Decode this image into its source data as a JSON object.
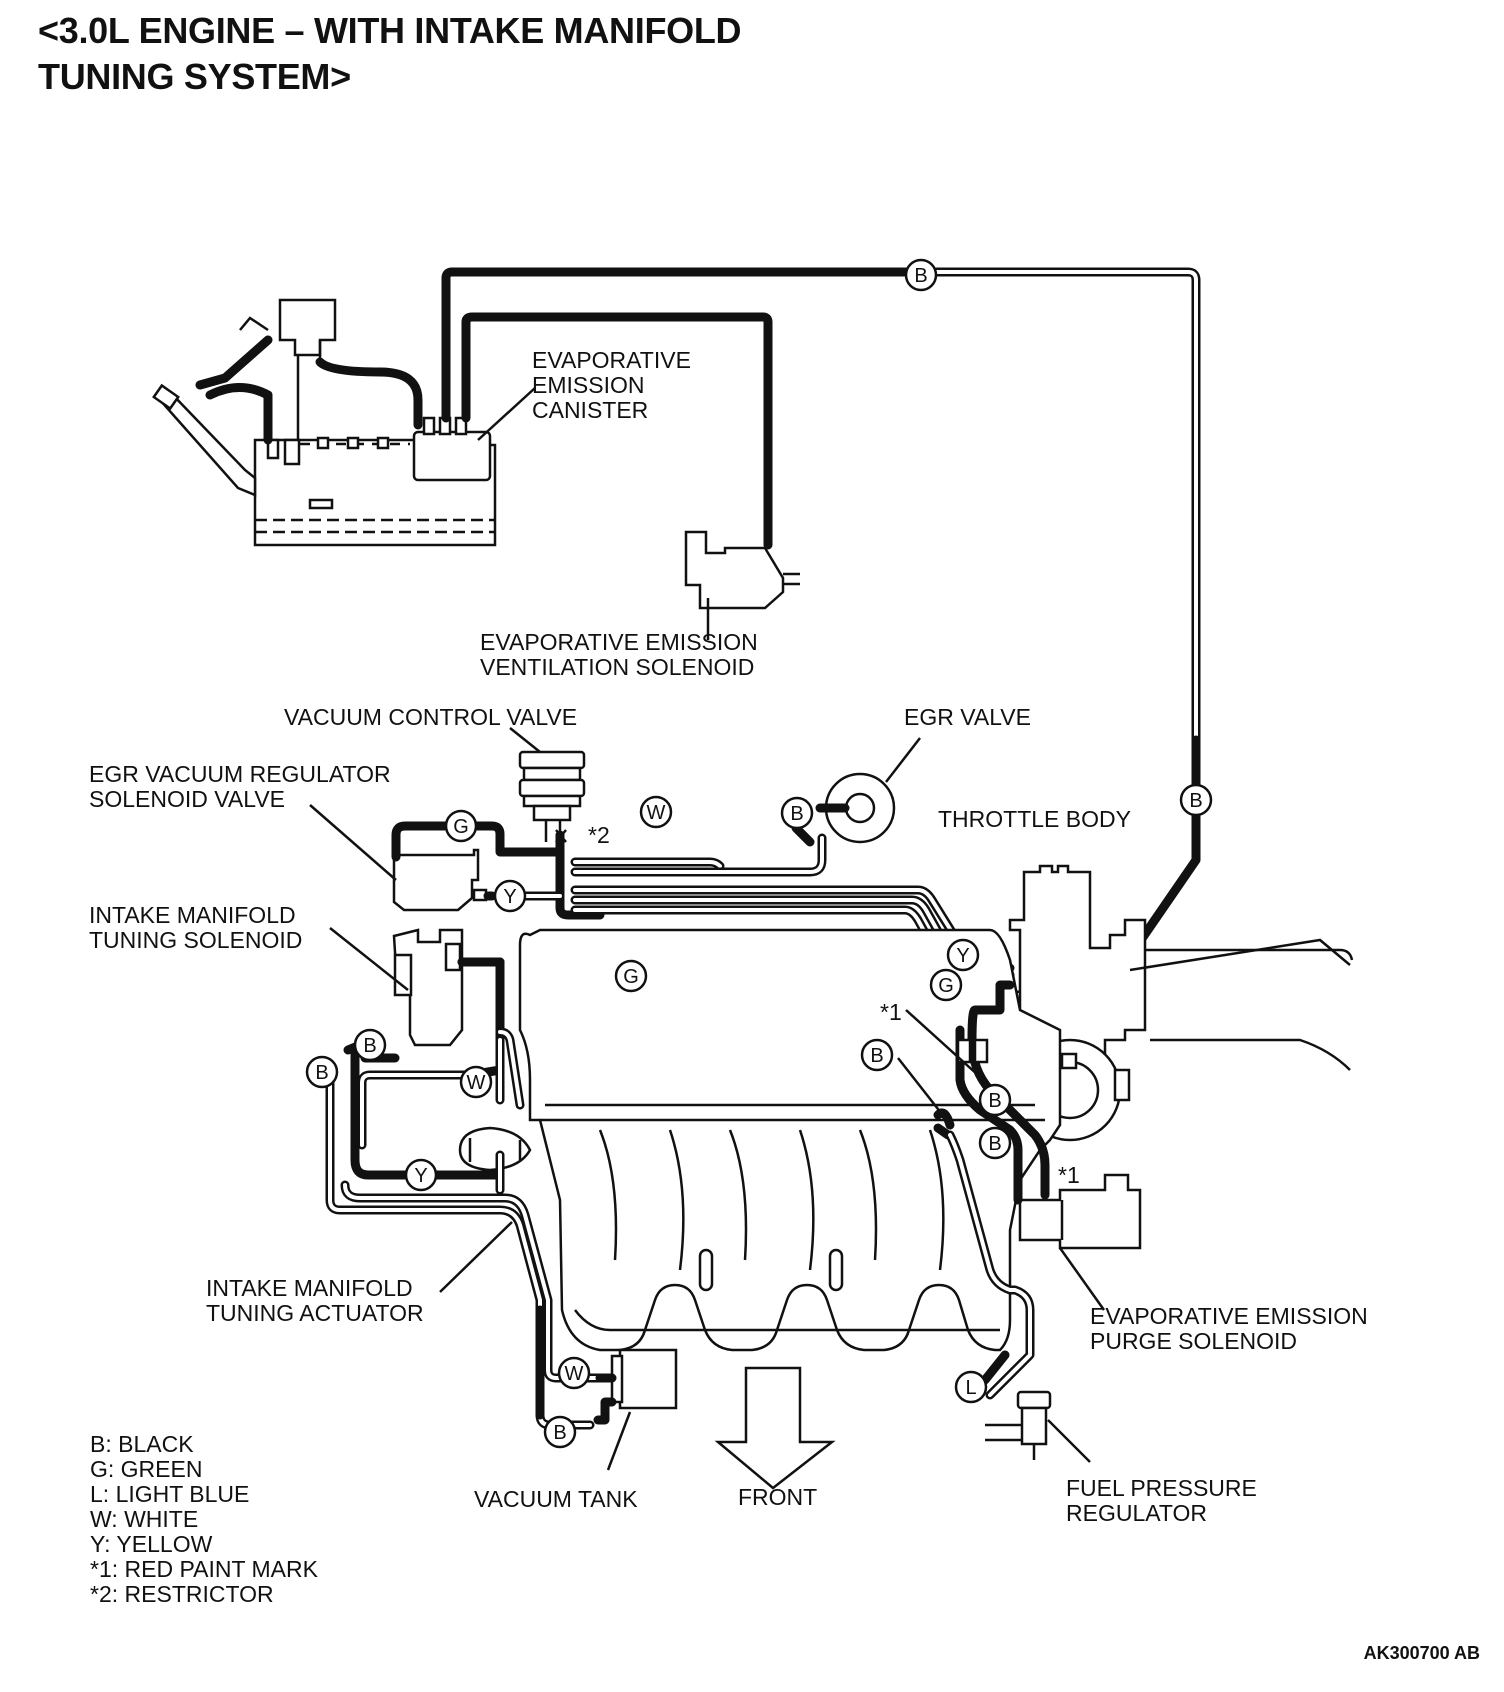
{
  "title_line1": "<3.0L ENGINE – WITH INTAKE MANIFOLD",
  "title_line2": "TUNING SYSTEM>",
  "labels": {
    "canister": [
      "EVAPORATIVE",
      "EMISSION",
      "CANISTER"
    ],
    "ventilation_solenoid": [
      "EVAPORATIVE EMISSION",
      "VENTILATION SOLENOID"
    ],
    "vacuum_control_valve": "VACUUM CONTROL VALVE",
    "egr_valve": "EGR VALVE",
    "egr_regulator": [
      "EGR VACUUM REGULATOR",
      "SOLENOID VALVE"
    ],
    "throttle_body": "THROTTLE BODY",
    "tuning_solenoid": [
      "INTAKE MANIFOLD",
      "TUNING SOLENOID"
    ],
    "tuning_actuator": [
      "INTAKE MANIFOLD",
      "TUNING ACTUATOR"
    ],
    "purge_solenoid": [
      "EVAPORATIVE EMISSION",
      "PURGE SOLENOID"
    ],
    "vacuum_tank": "VACUUM TANK",
    "front": "FRONT",
    "fuel_regulator": [
      "FUEL PRESSURE",
      "REGULATOR"
    ],
    "mark1": "*1",
    "mark2": "*2"
  },
  "hose_tags": {
    "b": "B",
    "g": "G",
    "l": "L",
    "w": "W",
    "y": "Y"
  },
  "legend": [
    "B: BLACK",
    "G: GREEN",
    "L: LIGHT BLUE",
    "W: WHITE",
    "Y: YELLOW",
    "*1: RED PAINT MARK",
    "*2: RESTRICTOR"
  ],
  "figure_code": "AK300700 AB"
}
